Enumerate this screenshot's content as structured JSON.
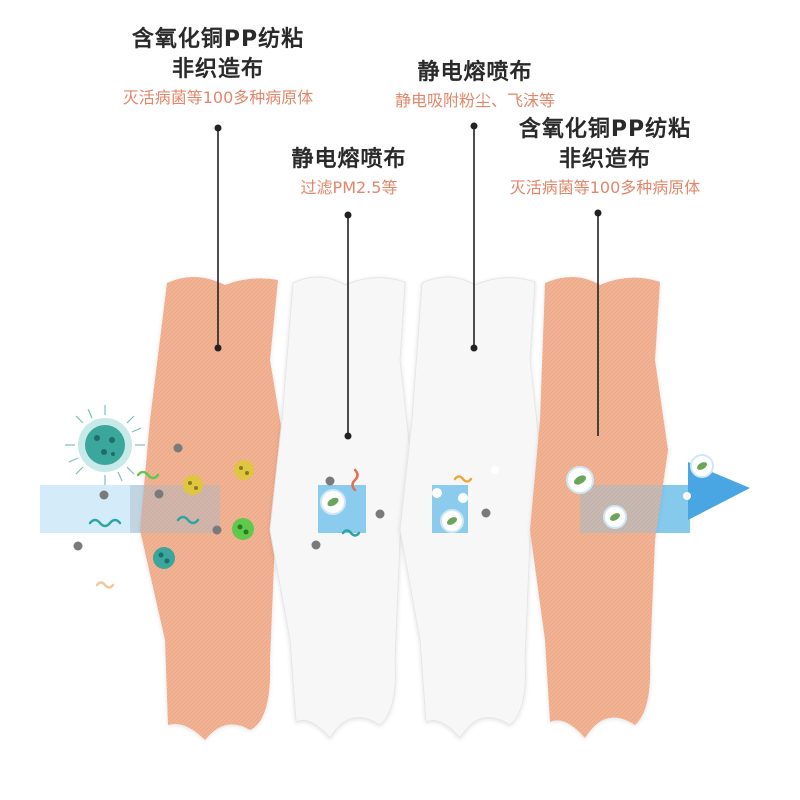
{
  "labels": {
    "layer1": {
      "title_line1": "含氧化铜PP纺粘",
      "title_line2": "非织造布",
      "subtitle": "灭活病菌等100多种病原体"
    },
    "layer2": {
      "title": "静电熔喷布",
      "subtitle": "过滤PM2.5等"
    },
    "layer3": {
      "title": "静电熔喷布",
      "subtitle": "静电吸附粉尘、飞沫等"
    },
    "layer4": {
      "title_line1": "含氧化铜PP纺粘",
      "title_line2": "非织造布",
      "subtitle": "灭活病菌等100多种病原体"
    }
  },
  "colors": {
    "copper_layer": "#f2b394",
    "meltblown_layer": "#f7f7f7",
    "airflow_band": "#78c3ec",
    "arrow": "#4aa6e3",
    "title_text": "#2a2a2a",
    "subtitle_text": "#e3876a",
    "leader_line": "#222222"
  },
  "icons": [
    "virus-icon",
    "bacteria-icon",
    "dust-particle-icon",
    "squiggle-icon",
    "leaf-bubble-icon",
    "arrow-icon"
  ]
}
